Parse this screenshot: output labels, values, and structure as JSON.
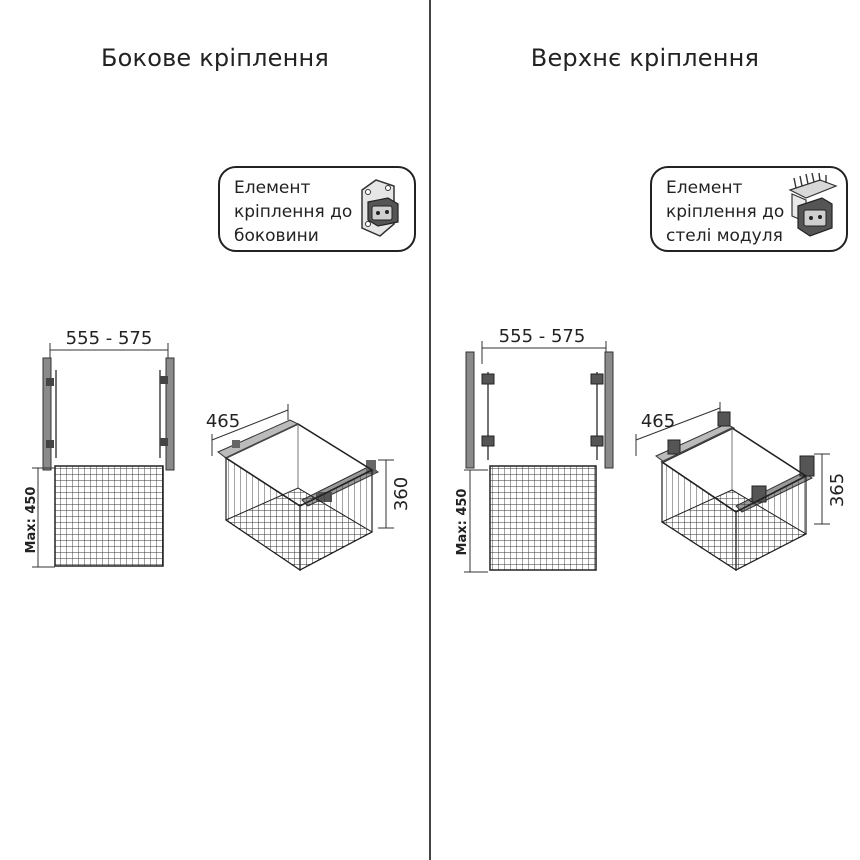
{
  "left": {
    "title": "Бокове кріплення",
    "callout": [
      "Елемент",
      "кріплення до",
      "боковини"
    ],
    "width_dim": "555 - 575",
    "height_dim": "Max: 450",
    "depth_dim": "465",
    "basket_height_dim": "360"
  },
  "right": {
    "title": "Верхнє кріплення",
    "callout": [
      "Елемент",
      "кріплення до",
      "стелі модуля"
    ],
    "width_dim": "555 - 575",
    "height_dim": "Max: 450",
    "depth_dim": "465",
    "basket_height_dim": "365"
  },
  "icons": {
    "side_bracket": "side-mount-bracket-icon",
    "top_bracket": "top-mount-bracket-icon"
  }
}
